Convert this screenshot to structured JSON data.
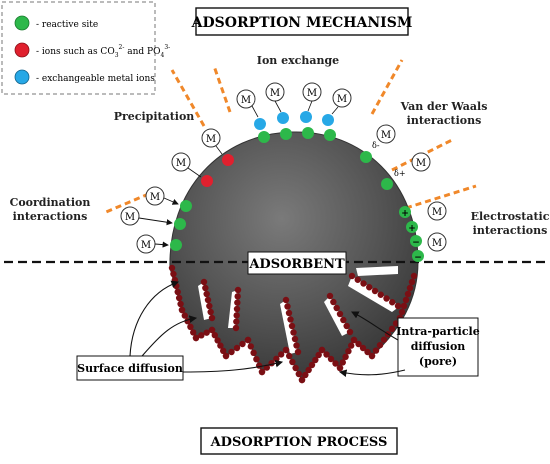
{
  "title": "ADSORPTION MECHANISM",
  "bottom_title": "ADSORPTION PROCESS",
  "center_label": "ADSORBENT",
  "legend": {
    "items": [
      {
        "color": "#2db84a",
        "label": "- reactive site"
      },
      {
        "color": "#e0202e",
        "label_main": "- ions such as CO",
        "sub1": "3",
        "sup1": "2-",
        "mid": " and PO",
        "sub2": "4",
        "sup2": "3-"
      },
      {
        "color": "#27a8e6",
        "label": "- exchangeable metal ions"
      }
    ]
  },
  "mechanisms": {
    "ion_exchange": "Ion exchange",
    "precipitation": "Precipitation",
    "vdw_line1": "Van der Waals",
    "vdw_line2": "interactions",
    "coord_line1": "Coordination",
    "coord_line2": "interactions",
    "electro_line1": "Electrostatic",
    "electro_line2": "interactions"
  },
  "diffusion": {
    "surface": "Surface diffusion",
    "intra_line1": "Intra-particle",
    "intra_line2": "diffusion",
    "intra_line3": "(pore)"
  },
  "symbols": {
    "metal": "M",
    "delta_minus": "δ-",
    "delta_plus": "δ+",
    "plus": "+",
    "minus": "−"
  },
  "colors": {
    "reactive": "#2db84a",
    "anion": "#e0202e",
    "exchange": "#27a8e6",
    "pore_dot": "#7a0f14",
    "dash_orange": "#f0882a",
    "adsorbent": "#5a5a5a"
  }
}
